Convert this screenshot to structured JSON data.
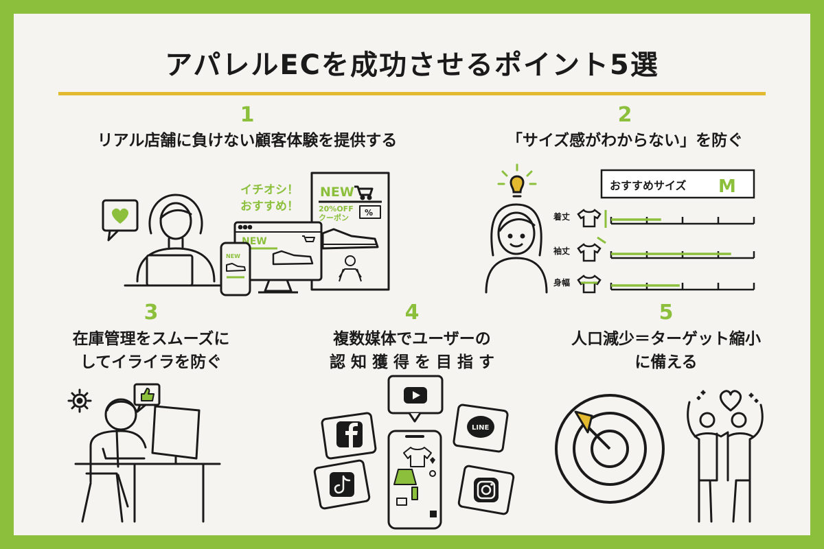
{
  "title": "アパレルECを成功させるポイント5選",
  "colors": {
    "accent": "#8cc03c",
    "rule": "#e2b92f",
    "ink": "#1a1a1a",
    "background": "#f5f4f1"
  },
  "points": [
    {
      "number": "1",
      "heading": "リアル店舗に負けない顧客体験を提供する",
      "illustration": {
        "promo": [
          "イチオシ！",
          "おすすめ！"
        ],
        "poster_new": "NEW",
        "coupon_line1": "20%OFF",
        "coupon_line2": "クーポン",
        "coupon_badge": "%",
        "monitor_new": "NEW",
        "phone_new": "NEW"
      }
    },
    {
      "number": "2",
      "heading": "「サイズ感がわからない」を防ぐ",
      "illustration": {
        "recommend_label": "おすすめサイズ",
        "recommend_size": "M",
        "rows": [
          {
            "label": "着丈",
            "fill": 0.35
          },
          {
            "label": "袖丈",
            "fill": 0.84
          },
          {
            "label": "身幅",
            "fill": 0.48
          }
        ]
      }
    },
    {
      "number": "3",
      "heading_lines": [
        "在庫管理をスムーズに",
        "してイライラを防ぐ"
      ]
    },
    {
      "number": "4",
      "heading_lines": [
        "複数媒体でユーザーの",
        "認 知 獲 得 を 目 指 す"
      ],
      "icons": [
        "youtube-icon",
        "facebook-icon",
        "line-icon",
        "tiktok-icon",
        "instagram-icon"
      ],
      "line_text": "LINE"
    },
    {
      "number": "5",
      "heading_lines": [
        "人口減少＝ターゲット縮小",
        "に備える"
      ]
    }
  ]
}
